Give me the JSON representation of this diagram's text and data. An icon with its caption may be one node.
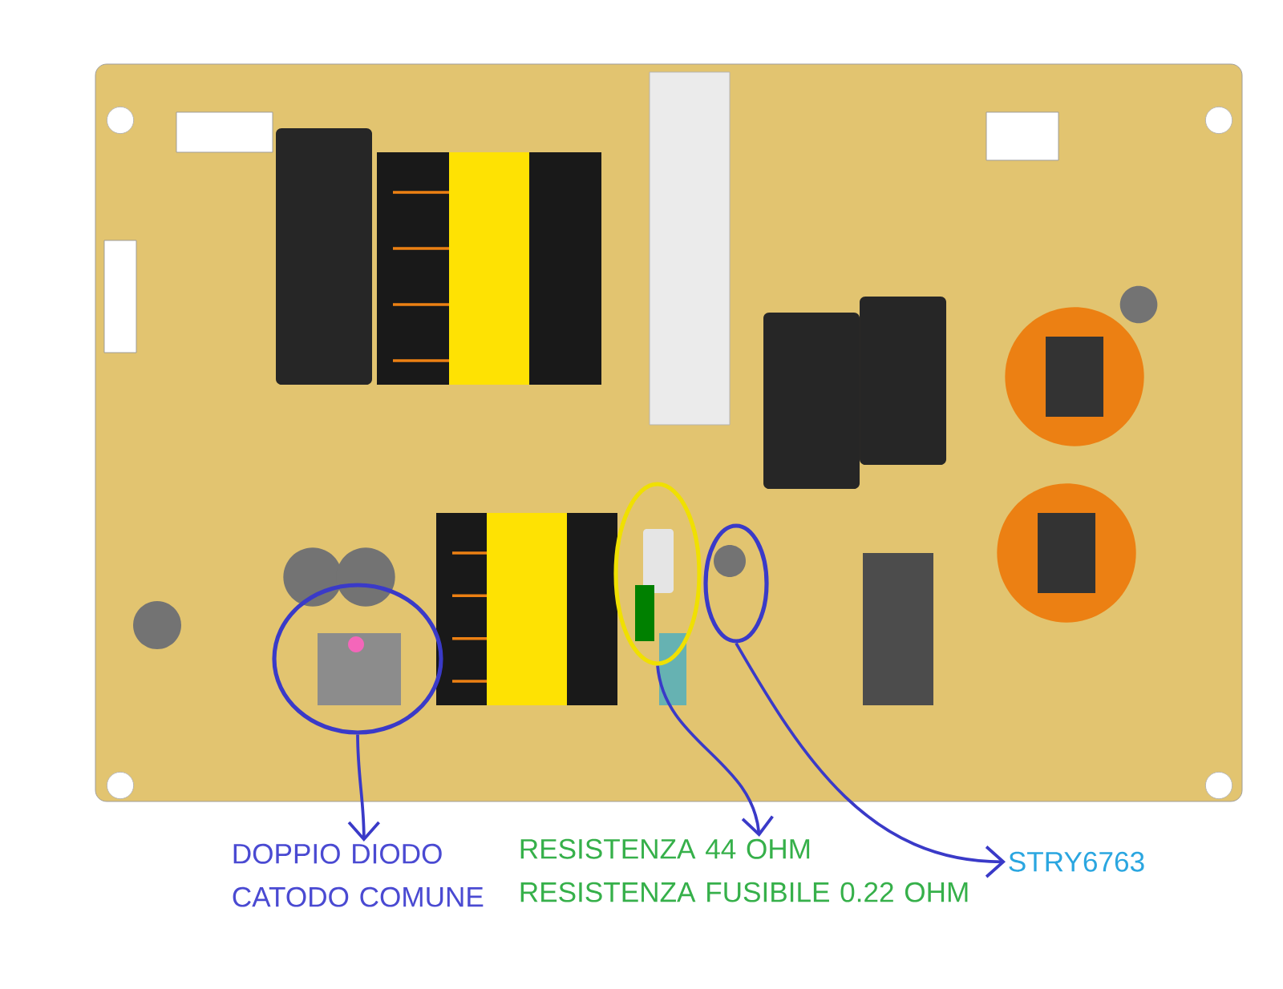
{
  "diagram": {
    "nodes": [
      {
        "text": [],
        "shape": "picture"
      },
      {
        "text": [],
        "shape": "circle",
        "in": 0
      },
      {
        "text": [],
        "shape": "circle",
        "in": 0
      },
      {
        "text": [],
        "shape": "circle",
        "in": 0
      },
      {
        "text": [
          "DOPPIO DIODO CATODO COMUNE"
        ]
      },
      {
        "text": [
          "RESISTENZA 44 OHM",
          "RESISTENZA FUSIBILE 0.22 OHM"
        ]
      },
      {
        "text": [
          "STRY6763"
        ]
      }
    ],
    "edges": [
      {
        "from": 1,
        "to": 4,
        "arrow": "to"
      },
      {
        "from": 2,
        "to": 5,
        "arrow": "to"
      },
      {
        "from": 3,
        "to": 6,
        "arrow": "to"
      }
    ]
  }
}
